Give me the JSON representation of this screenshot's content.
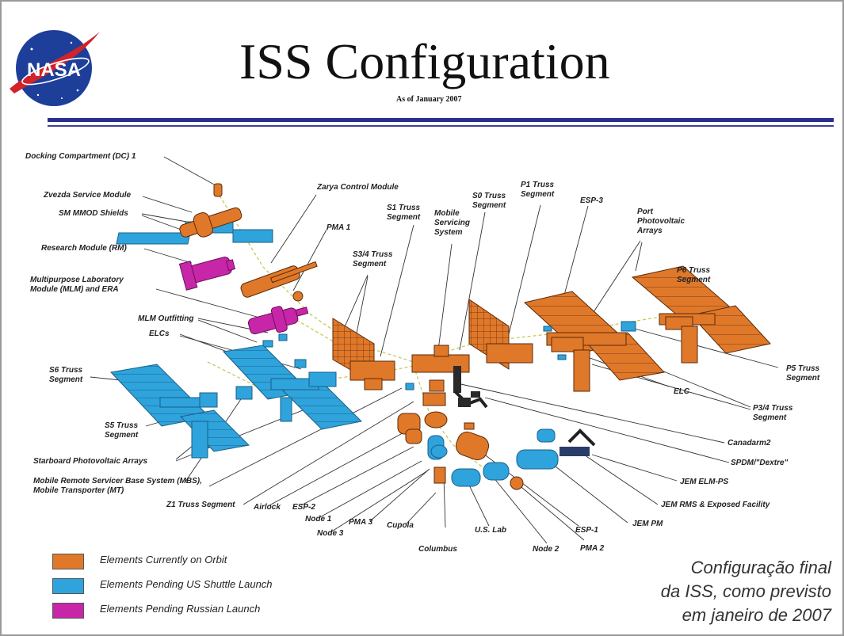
{
  "header": {
    "logo_text": "NASA",
    "title": "ISS Configuration",
    "subtitle": "As of January 2007"
  },
  "colors": {
    "on_orbit": "#e0782a",
    "pending_us": "#2fa3dc",
    "pending_russian": "#c826a8",
    "rule": "#2a2f8a"
  },
  "labels": {
    "docking_compartment": "Docking Compartment (DC) 1",
    "zvezda": "Zvezda Service Module",
    "sm_mmod": "SM MMOD Shields",
    "research_module": "Research Module (RM)",
    "mlm": "Multipurpose Laboratory\nModule (MLM) and ERA",
    "mlm_outfitting": "MLM Outfitting",
    "elcs": "ELCs",
    "s6": "S6 Truss\nSegment",
    "s5": "S5 Truss\nSegment",
    "starboard_pv": "Starboard Photovoltaic Arrays",
    "mbs": "Mobile Remote Servicer Base System (MBS),\nMobile Transporter (MT)",
    "z1": "Z1 Truss Segment",
    "airlock": "Airlock",
    "esp2": "ESP-2",
    "node1": "Node 1",
    "node3": "Node 3",
    "pma3": "PMA 3",
    "cupola": "Cupola",
    "columbus": "Columbus",
    "us_lab": "U.S. Lab",
    "node2": "Node 2",
    "esp1": "ESP-1",
    "pma2": "PMA 2",
    "zarya": "Zarya Control Module",
    "pma1": "PMA 1",
    "s34": "S3/4 Truss\nSegment",
    "s1": "S1 Truss\nSegment",
    "mss": "Mobile\nServicing\nSystem",
    "s0": "S0 Truss\nSegment",
    "p1": "P1 Truss\nSegment",
    "esp3": "ESP-3",
    "port_pv": "Port\nPhotovoltaic\nArrays",
    "p6": "P6 Truss\nSegment",
    "p5": "P5 Truss\nSegment",
    "p34": "P3/4 Truss\nSegment",
    "elc": "ELC",
    "canadarm2": "Canadarm2",
    "sdpm": "SPDM/\"Dextre\"",
    "jem_elm_ps": "JEM ELM-PS",
    "jem_rms": "JEM RMS & Exposed Facility",
    "jem_pm": "JEM PM"
  },
  "legend": [
    {
      "label": "Elements Currently on Orbit",
      "color": "#e0782a"
    },
    {
      "label": "Elements Pending US Shuttle Launch",
      "color": "#2fa3dc"
    },
    {
      "label": "Elements Pending Russian Launch",
      "color": "#c826a8"
    }
  ],
  "caption": "Configuração final\nda ISS, como previsto\nem janeiro de 2007"
}
